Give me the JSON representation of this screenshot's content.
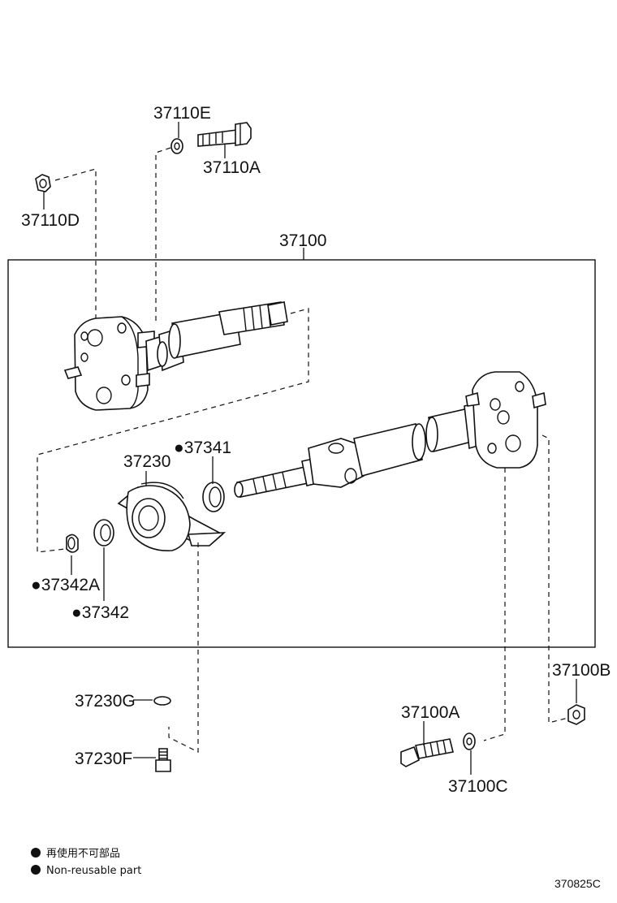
{
  "diagram": {
    "assembly_label": "37100",
    "parts": {
      "p37110E": "37110E",
      "p37110A": "37110A",
      "p37110D": "37110D",
      "p37341": "37341",
      "p37230": "37230",
      "p37342A": "37342A",
      "p37342": "37342",
      "p37100B": "37100B",
      "p37230G": "37230G",
      "p37100A": "37100A",
      "p37230F": "37230F",
      "p37100C": "37100C"
    },
    "nonreusable_marker": "●",
    "legend": {
      "line_jp": "再使用不可部品",
      "line_en": "Non-reusable part"
    },
    "reference_code": "370825C"
  }
}
